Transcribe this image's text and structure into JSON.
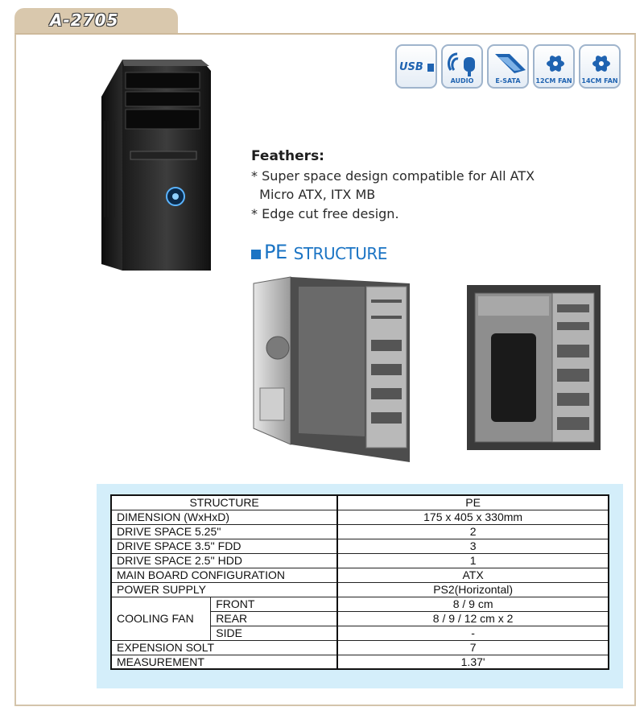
{
  "model": "A-2705",
  "icons": [
    {
      "name": "usb-icon",
      "label": "USB"
    },
    {
      "name": "audio-icon",
      "label": "AUDIO"
    },
    {
      "name": "esata-icon",
      "label": "E-SATA"
    },
    {
      "name": "fan-12cm-icon",
      "label": "12CM FAN"
    },
    {
      "name": "fan-14cm-icon",
      "label": "14CM FAN"
    }
  ],
  "features": {
    "title": "Feathers:",
    "lines": [
      "* Super space design compatible for All ATX",
      "  Micro ATX, ITX MB",
      "* Edge cut free design."
    ]
  },
  "structure_heading": {
    "pe": "PE",
    "word": "STRUCTURE"
  },
  "table": {
    "header": {
      "label": "STRUCTURE",
      "value": "PE"
    },
    "rows": [
      {
        "label": "DIMENSION (WxHxD)",
        "value": "175 x 405 x 330mm"
      },
      {
        "label": "DRIVE SPACE 5.25''",
        "value": "2"
      },
      {
        "label": "DRIVE SPACE 3.5'' FDD",
        "value": "3"
      },
      {
        "label": "DRIVE SPACE 2.5'' HDD",
        "value": "1"
      },
      {
        "label": "MAIN BOARD CONFIGURATION",
        "value": "ATX"
      },
      {
        "label": "POWER SUPPLY",
        "value": "PS2(Horizontal)"
      }
    ],
    "cooling": {
      "label": "COOLING FAN",
      "front_label": "FRONT",
      "front_value": "8 / 9 cm",
      "rear_label": "REAR",
      "rear_value": "8 / 9 / 12 cm x 2",
      "side_label": "SIDE",
      "side_value": "-"
    },
    "tail": [
      {
        "label": "EXPENSION SOLT",
        "value": "7"
      },
      {
        "label": "MEASUREMENT",
        "value": "1.37'"
      }
    ]
  },
  "colors": {
    "accent": "#1b74c4",
    "tab": "#d9c8ad",
    "panel": "#d4eefa"
  }
}
